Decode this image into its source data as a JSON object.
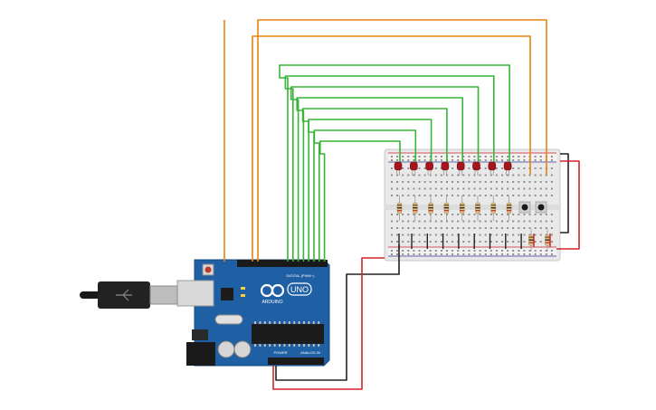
{
  "board": {
    "brand": "ARDUINO",
    "model": "UNO",
    "digital_label": "DIGITAL (PWM~)",
    "power_label": "POWER",
    "analog_label": "ANALOG IN",
    "color": "#1f5fa3"
  },
  "circuit": {
    "led_count": 8,
    "led_color": "#a8141c",
    "button_count": 2,
    "wire_colors": {
      "led_signal": "#36b536",
      "button_signal": "#e8830f",
      "ground": "#222222",
      "power": "#d2232a"
    }
  }
}
